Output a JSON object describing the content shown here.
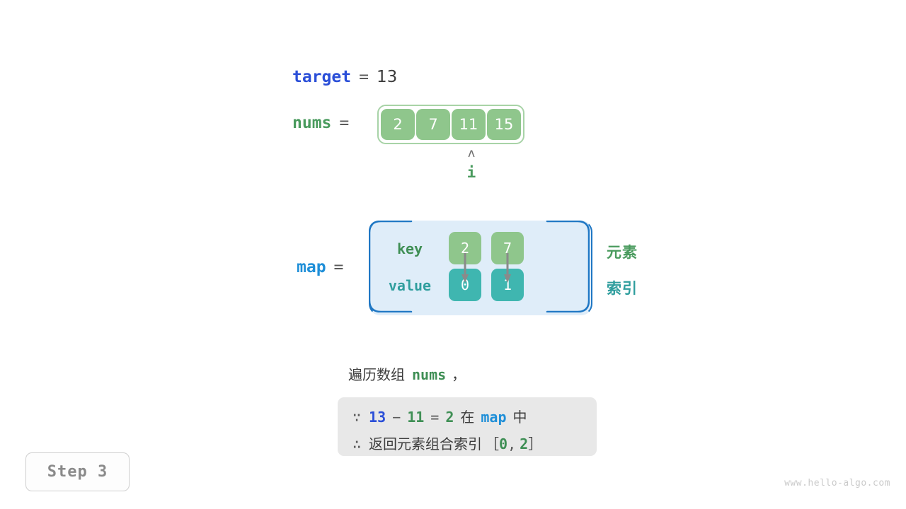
{
  "title": "Two Sum hash map walkthrough - Step 3",
  "colors": {
    "accent_blue_deep": "#2b4fd8",
    "accent_blue_light": "#1f8fd8",
    "accent_green": "#3f8f55",
    "cell_green": "#8fc68c",
    "cell_teal": "#3fb6b0",
    "map_box_fill": "#dfedf9",
    "map_box_border": "#1f77c4",
    "conclusion_box_fill": "#e8e8e8",
    "text_gray": "#3c3c3c"
  },
  "target": {
    "name": "target",
    "equals": "=",
    "value": "13"
  },
  "nums": {
    "name": "nums",
    "equals": "=",
    "cells": [
      "2",
      "7",
      "11",
      "15"
    ],
    "pointer": {
      "caret": "ʌ",
      "label": "i",
      "index": 2
    }
  },
  "map": {
    "name": "map",
    "equals": "=",
    "row_labels": {
      "key": "key",
      "value": "value"
    },
    "entries": [
      {
        "key": "2",
        "value": "0"
      },
      {
        "key": "7",
        "value": "1"
      }
    ],
    "side_labels": {
      "element": "元素",
      "index": "索引"
    }
  },
  "caption": {
    "prefix": "遍历数组",
    "code": "nums",
    "suffix": "，"
  },
  "conclusion": {
    "line1": {
      "symbol": "∵",
      "a": "13",
      "minus": "−",
      "b": "11",
      "eq": "=",
      "c": "2",
      "mid": "在",
      "map": "map",
      "tail": "中"
    },
    "line2": {
      "symbol": "∴",
      "text": "返回元素组合索引",
      "bracket_open": "［",
      "i1": "0",
      "comma": ",",
      "i2": "2",
      "bracket_close": "］"
    }
  },
  "step_badge": {
    "label": "Step 3"
  },
  "watermark": {
    "text": "www.hello-algo.com"
  }
}
